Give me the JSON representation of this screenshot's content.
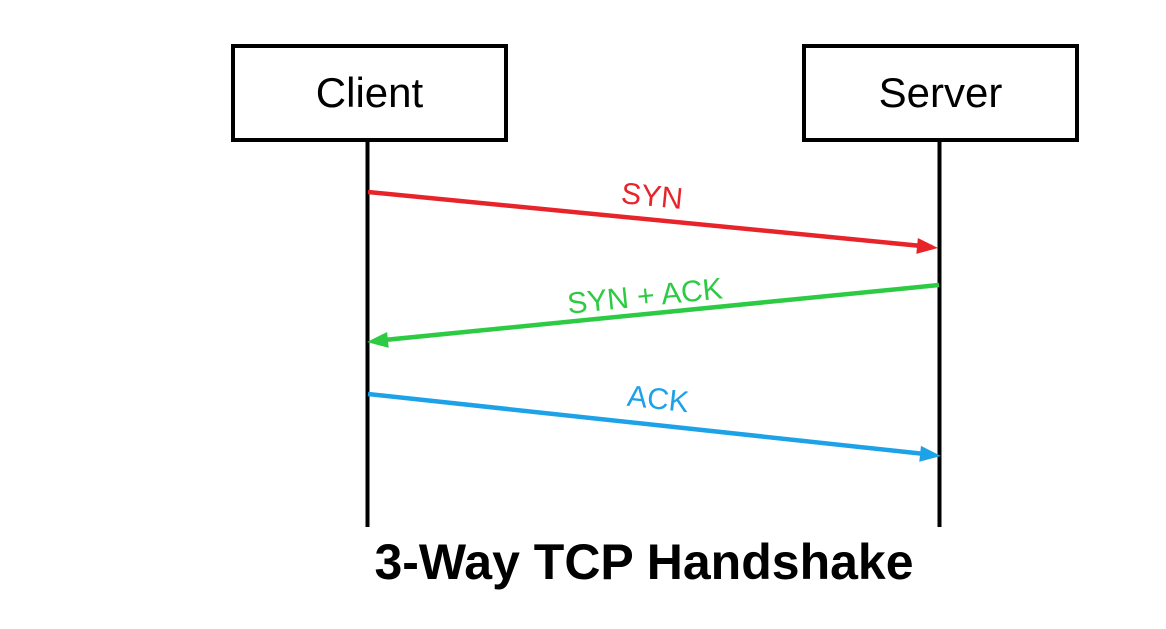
{
  "diagram": {
    "title": "3-Way TCP Handshake",
    "background": "#ffffff",
    "line_color": "#000000",
    "actors": [
      {
        "label": "Client"
      },
      {
        "label": "Server"
      }
    ],
    "messages": [
      {
        "label": "SYN",
        "from": "Client",
        "to": "Server",
        "color": "#e8242b"
      },
      {
        "label": "SYN + ACK",
        "from": "Server",
        "to": "Client",
        "color": "#2dcb44"
      },
      {
        "label": "ACK",
        "from": "Client",
        "to": "Server",
        "color": "#1da2e8"
      }
    ]
  }
}
